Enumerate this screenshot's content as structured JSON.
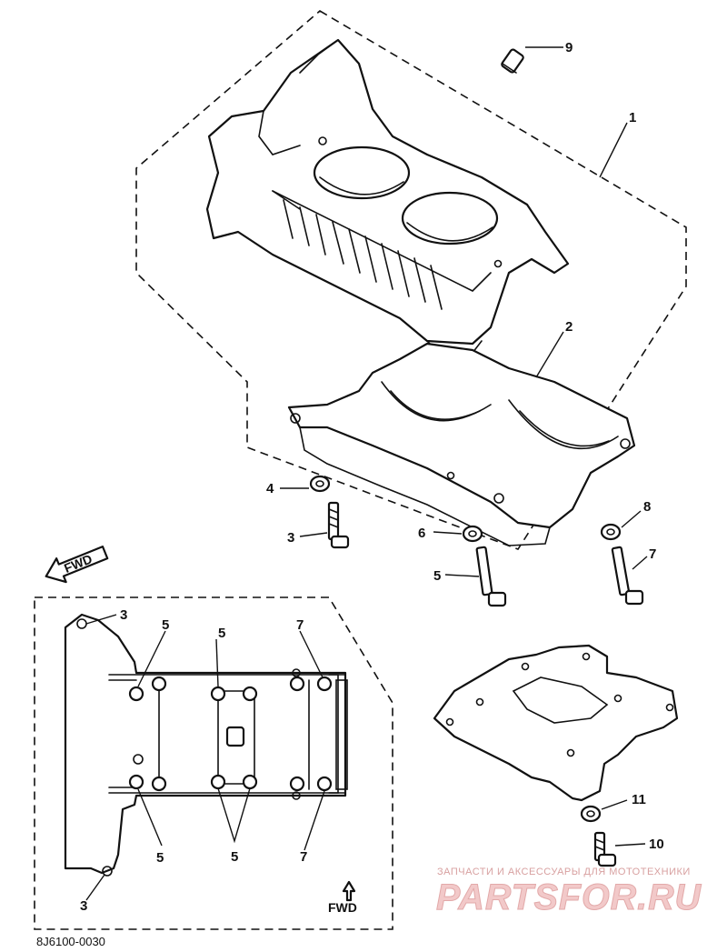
{
  "diagram": {
    "callouts": {
      "c1": "1",
      "c2": "2",
      "c3": "3",
      "c4": "4",
      "c5": "5",
      "c6": "6",
      "c7": "7",
      "c8": "8",
      "c9": "9",
      "c10": "10",
      "c11": "11"
    },
    "fwd_label": "FWD",
    "part_code": "8J6100-0030",
    "watermark": {
      "line1": "ЗАПЧАСТИ И АКСЕССУАРЫ ДЛЯ МОТОТЕХНИКИ",
      "line2": "PARTSFOR.RU"
    }
  }
}
